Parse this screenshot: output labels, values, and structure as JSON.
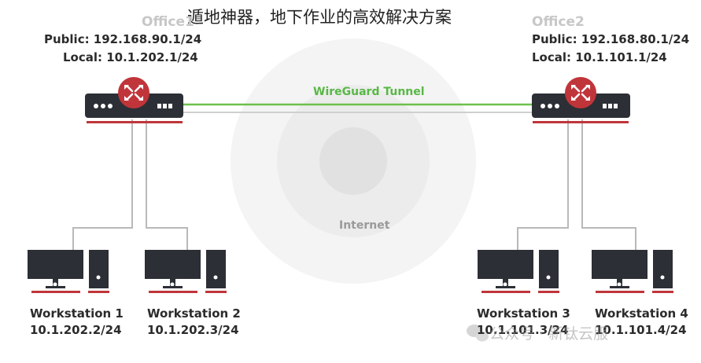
{
  "title": "遁地神器，地下作业的高效解决方案",
  "office1": {
    "name": "Office1",
    "public": "Public: 192.168.90.1/24",
    "local": "Local: 10.1.202.1/24"
  },
  "office2": {
    "name": "Office2",
    "public": "Public: 192.168.80.1/24",
    "local": "Local: 10.1.101.1/24"
  },
  "tunnel": {
    "label": "WireGuard Tunnel",
    "color": "#6cc04a"
  },
  "internet": {
    "label": "Internet"
  },
  "workstations": [
    {
      "name": "Workstation 1",
      "ip": "10.1.202.2/24"
    },
    {
      "name": "Workstation 2",
      "ip": "10.1.202.3/24"
    },
    {
      "name": "Workstation 3",
      "ip": "10.1.101.3/24"
    },
    {
      "name": "Workstation 4",
      "ip": "10.1.101.4/24"
    }
  ],
  "watermark": "公众号 · 新钛云服",
  "colors": {
    "device": "#2c2f35",
    "router_red": "#c0353a",
    "link_gray": "#b9b9b9"
  },
  "icons": [
    "router-icon",
    "monitor-icon",
    "tower-icon",
    "wechat-icon"
  ]
}
